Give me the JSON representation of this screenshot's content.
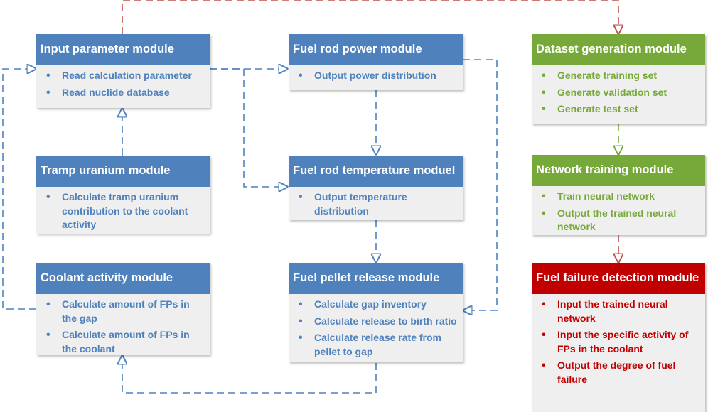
{
  "modules": {
    "input_parameter": {
      "title": "Input parameter module",
      "items": [
        "Read calculation parameter",
        "Read nuclide database"
      ]
    },
    "tramp_uranium": {
      "title": "Tramp uranium module",
      "items": [
        "Calculate tramp uranium contribution to the coolant activity"
      ]
    },
    "coolant_activity": {
      "title": "Coolant activity module",
      "items": [
        "Calculate amount of FPs in the gap",
        "Calculate amount of FPs in the coolant"
      ]
    },
    "fuel_rod_power": {
      "title": "Fuel rod power module",
      "items": [
        "Output power distribution"
      ]
    },
    "fuel_rod_temperature": {
      "title": "Fuel rod temperature moduel",
      "items": [
        "Output temperature distribution"
      ]
    },
    "fuel_pellet_release": {
      "title": "Fuel pellet release module",
      "items": [
        "Calculate gap inventory",
        "Calculate release to birth ratio",
        "Calculate release rate from pellet to gap"
      ]
    },
    "dataset_generation": {
      "title": "Dataset generation module",
      "items": [
        "Generate training set",
        "Generate validation set",
        "Generate test set"
      ]
    },
    "network_training": {
      "title": "Network training module",
      "items": [
        "Train neural network",
        "Output the trained neural network"
      ]
    },
    "fuel_failure_detection": {
      "title": "Fuel failure detection module",
      "items": [
        "Input the trained neural network",
        "Input the specific activity of FPs in the coolant",
        "Output the degree of fuel failure"
      ]
    }
  },
  "colors": {
    "blue": "#4f81bd",
    "green": "#77a83a",
    "red": "#c00000",
    "connector_brown": "#c0504d",
    "box_fill": "#efefef"
  }
}
